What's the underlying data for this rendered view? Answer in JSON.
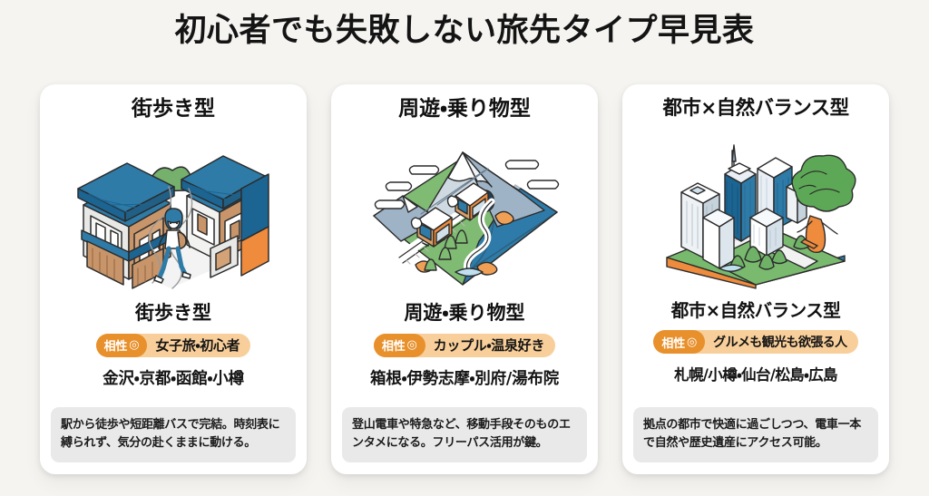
{
  "header": {
    "title": "初心者でも失敗しない旅先タイプ早見表"
  },
  "badge_common": {
    "pill_label": "相性",
    "pill_mark": "◎"
  },
  "colors": {
    "page_background": "#F5F4F1",
    "card_background": "#FFFFFF",
    "badge_pill": "#E8902C",
    "badge_background": "#F8CF9A",
    "description_background": "#E9E9E9",
    "text": "#111111",
    "illustration_blue": "#2E7BA8",
    "illustration_deep_blue": "#1C6491",
    "illustration_wood": "#C8956A",
    "illustration_orange": "#EE8B3C",
    "illustration_green": "#6BAE63",
    "illustration_gray": "#D8DDE2"
  },
  "cards": [
    {
      "heading": "街歩き型",
      "illustration": "townscape-walking-illustration",
      "label": "街歩き型",
      "badge_text": "女子旅・初心者",
      "destinations": "金沢・京都・函館・小樽",
      "description": "駅から徒歩や短距離バスで完結。時刻表に縛られず、気分の赴くままに動ける。"
    },
    {
      "heading": "周遊・乗り物型",
      "illustration": "mountain-train-illustration",
      "label": "周遊・乗り物型",
      "badge_text": "カップル・温泉好き",
      "destinations": "箱根・伊勢志摩・別府/湯布院",
      "description": "登山電車や特急など、移動手段そのものエンタメになる。フリーパス活用が鍵。"
    },
    {
      "heading": "都市×自然バランス型",
      "illustration": "city-nature-illustration",
      "label": "都市×自然バランス型",
      "badge_text": "グルメも観光も欲張る人",
      "destinations": "札幌/小樽・仙台/松島・広島",
      "description": "拠点の都市で快適に過ごしつつ、電車一本で自然や歴史遺産にアクセス可能。"
    }
  ]
}
